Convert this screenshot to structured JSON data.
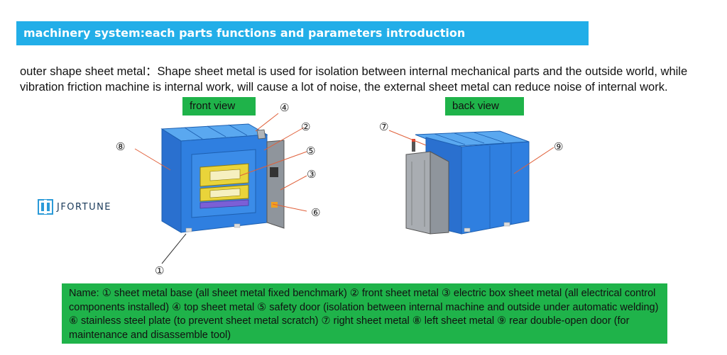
{
  "header": {
    "title": "machinery system:each parts functions and parameters introduction"
  },
  "intro": {
    "text": "outer shape sheet metal：Shape sheet metal is used for isolation between internal mechanical parts and the outside world, while vibration friction machine is internal work, will cause a lot of noise, the external sheet metal can reduce noise of internal work."
  },
  "views": {
    "front_label": "front view",
    "back_label": "back view"
  },
  "callouts": {
    "c1": "①",
    "c2": "②",
    "c3": "③",
    "c4": "④",
    "c5": "⑤",
    "c6": "⑥",
    "c7": "⑦",
    "c8": "⑧",
    "c9": "⑨"
  },
  "logo": {
    "text": "JFORTUNE"
  },
  "names": {
    "text": "Name: ① sheet metal base (all sheet metal fixed benchmark) ② front sheet metal ③ electric box sheet metal (all electrical control components installed) ④ top sheet metal ⑤ safety door (isolation between internal machine and outside under automatic welding) ⑥ stainless steel plate (to prevent sheet metal scratch) ⑦ right sheet metal ⑧ left sheet metal ⑨ rear double-open door (for maintenance and disassemble tool)"
  },
  "colors": {
    "title_bar": "#22aee8",
    "label_green": "#1fb34a",
    "machine_blue": "#2f7fe0",
    "leader_line": "#e0603a"
  }
}
